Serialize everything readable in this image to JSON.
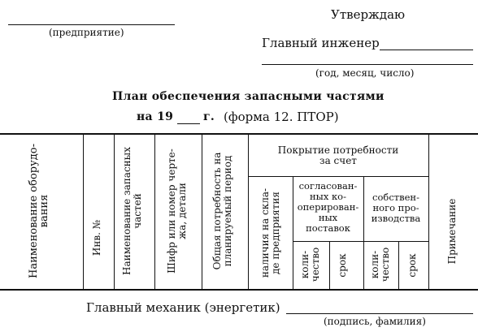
{
  "header": {
    "approved": "Утверждаю",
    "enterprise_caption": "(предприятие)",
    "chief_engineer": "Главный инженер",
    "date_caption": "(год, месяц, число)"
  },
  "title": {
    "line1": "План обеспечения запасными частями",
    "line2_prefix": "на 19",
    "line2_suffix": "г.",
    "form": "(форма 12. ПТОР)"
  },
  "table": {
    "col_equipment": "Наименование оборудо-\nвания",
    "col_inv": "Инв. №",
    "col_parts": "Наименование запасных\nчастей",
    "col_code": "Шифр или номер черте-\nжа, детали",
    "col_total": "Общая потребность на\nпланируемый период",
    "coverage_header": "Покрытие потребности\nза счет",
    "col_stock": "наличия на скла-\nде предприятия",
    "agreed_header": "согласован-\nных ко-\nоперирован-\nных\nпоставок",
    "own_header": "собствен-\nного про-\nизводства",
    "col_qty1": "коли-\nчество",
    "col_term1": "срок",
    "col_qty2": "коли-\nчество",
    "col_term2": "срок",
    "col_note": "Примечание"
  },
  "footer": {
    "chief_mechanic": "Главный механик (энергетик)",
    "signature_caption": "(подпись, фамилия)"
  }
}
